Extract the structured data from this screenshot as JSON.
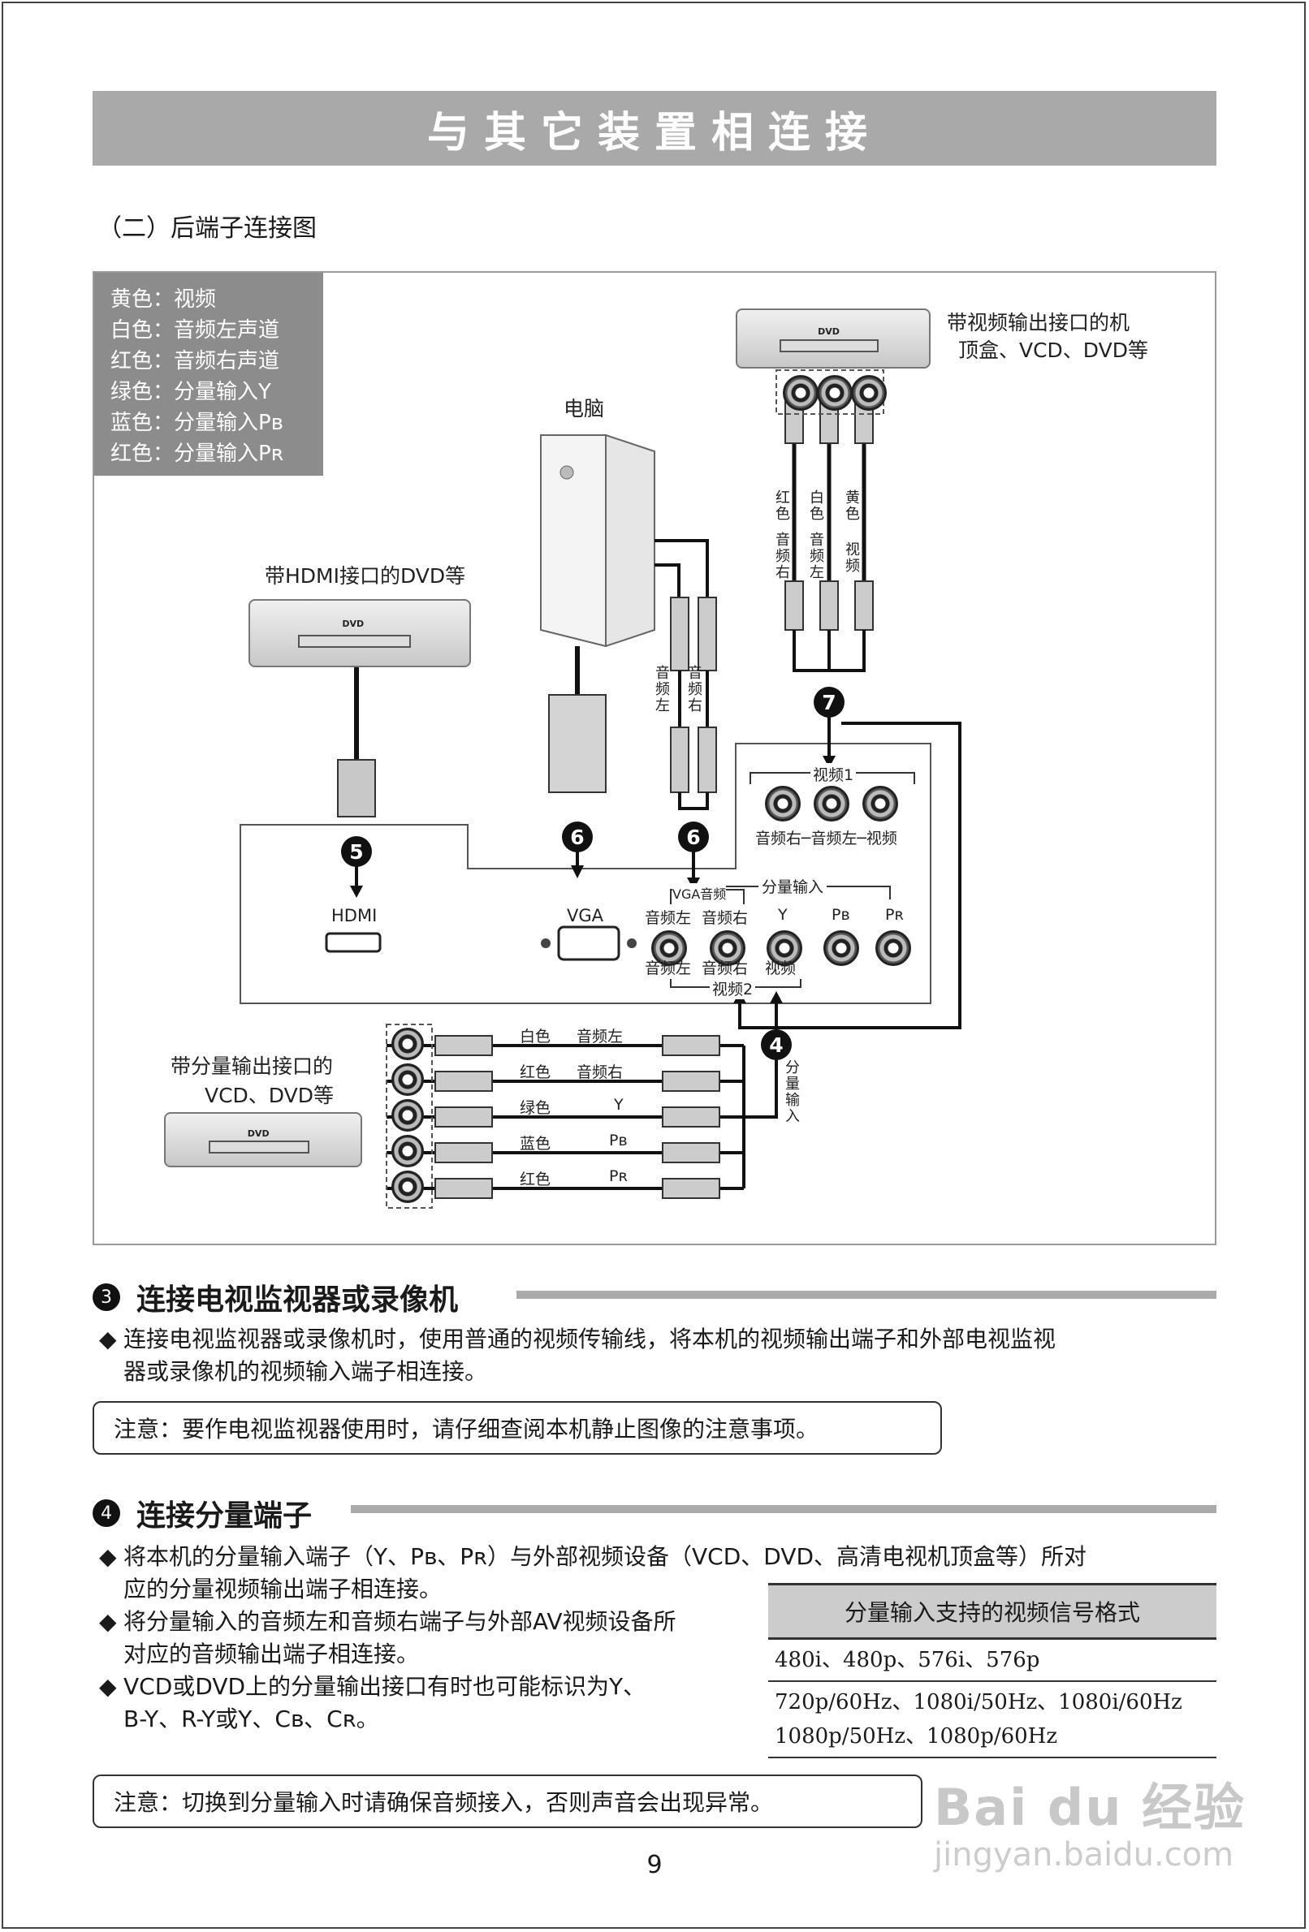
{
  "page_title": "与其它装置相连接",
  "subtitle": "（二）后端子连接图",
  "legend": [
    "黄色：视频",
    "白色：音频左声道",
    "红色：音频右声道",
    "绿色：分量输入Y",
    "蓝色：分量输入Pʙ",
    "红色：分量输入Pʀ"
  ],
  "diagram": {
    "stb_label_1": "带视频输出接口的机",
    "stb_label_2": "顶盒、VCD、DVD等",
    "pc_label": "电脑",
    "hdmi_dvd_label": "带HDMI接口的DVD等",
    "comp_dev_label_1": "带分量输出接口的",
    "comp_dev_label_2": "VCD、DVD等",
    "dvd_logo": "DVD",
    "cable_red_top": "红色",
    "cable_red_bottom": "音频右",
    "cable_white_top": "白色",
    "cable_white_bottom": "音频左",
    "cable_yellow_top": "黄色",
    "cable_yellow_bottom": "视频",
    "pc_audio_left": "音频左",
    "pc_audio_right": "音频右",
    "badge_5": "5",
    "badge_6a": "6",
    "badge_6b": "6",
    "badge_7": "7",
    "badge_4": "4",
    "hdmi_port": "HDMI",
    "vga_port": "VGA",
    "video1_title": "视频1",
    "video1_labels": "音频右─音频左─视频",
    "component_title": "分量输入",
    "vga_audio": "VGA音频",
    "top_audio_left": "音频左",
    "top_audio_right": "音频右",
    "y_label": "Y",
    "pb_label": "Pʙ",
    "pr_label": "Pʀ",
    "bottom_audio_left": "音频左",
    "bottom_audio_right": "音频右",
    "bottom_video": "视频",
    "video2_title": "视频2",
    "component_vertical": "分量输入",
    "comp_cables": [
      {
        "color": "白色",
        "signal": "音频左"
      },
      {
        "color": "红色",
        "signal": "音频右"
      },
      {
        "color": "绿色",
        "signal": "Y"
      },
      {
        "color": "蓝色",
        "signal": "Pʙ"
      },
      {
        "color": "红色",
        "signal": "Pʀ"
      }
    ]
  },
  "section3": {
    "num": "3",
    "title": "连接电视监视器或录像机",
    "bullet_line1": "连接电视监视器或录像机时，使用普通的视频传输线，将本机的视频输出端子和外部电视监视",
    "bullet_line2": "器或录像机的视频输入端子相连接。",
    "note": "注意：要作电视监视器使用时，请仔细查阅本机静止图像的注意事项。"
  },
  "section4": {
    "num": "4",
    "title": "连接分量端子",
    "b1_line1": "将本机的分量输入端子（Y、Pʙ、Pʀ）与外部视频设备（VCD、DVD、高清电视机顶盒等）所对",
    "b1_line2": "应的分量视频输出端子相连接。",
    "b2_line1": "将分量输入的音频左和音频右端子与外部AV视频设备所",
    "b2_line2": "对应的音频输出端子相连接。",
    "b3_line1": "VCD或DVD上的分量输出接口有时也可能标识为Y、",
    "b3_line2": "B-Y、R-Y或Y、Cʙ、Cʀ。",
    "note": "注意：切换到分量输入时请确保音频接入，否则声音会出现异常。"
  },
  "format_table": {
    "header": "分量输入支持的视频信号格式",
    "row1": "480i、480p、576i、576p",
    "row2_line1": "720p/60Hz、1080i/50Hz、1080i/60Hz",
    "row2_line2": "1080p/50Hz、1080p/60Hz"
  },
  "page_number": "9",
  "watermark": "Bai du 经验",
  "watermark_url": "jingyan.baidu.com"
}
